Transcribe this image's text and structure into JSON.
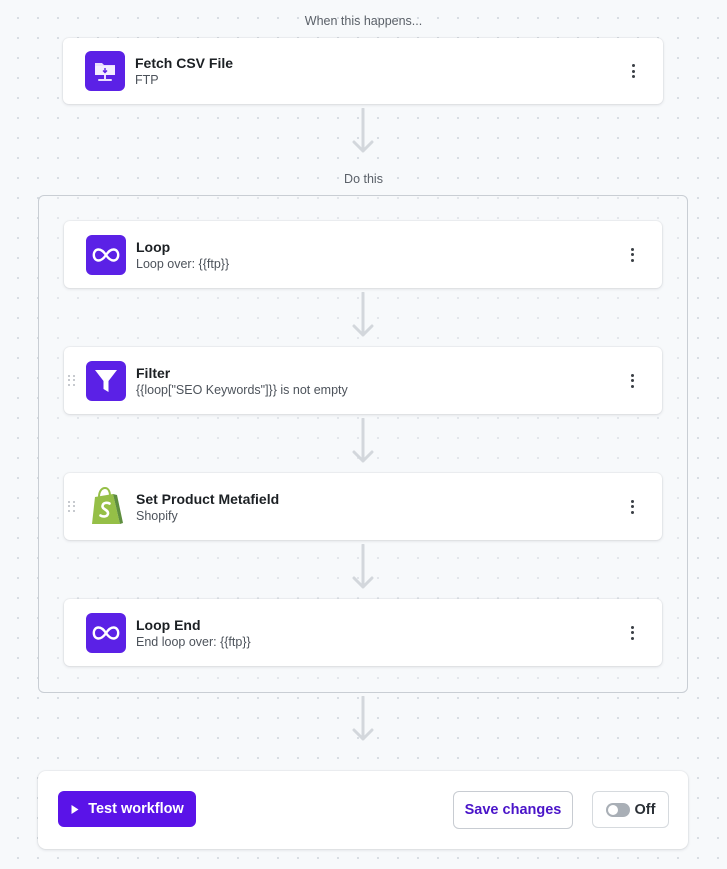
{
  "trigger": {
    "section_label": "When this happens...",
    "step": {
      "title": "Fetch CSV File",
      "subtitle": "FTP",
      "icon": "folder-download-icon"
    }
  },
  "actions": {
    "section_label": "Do this",
    "steps": [
      {
        "title": "Loop",
        "subtitle": "Loop over: {{ftp}}",
        "icon": "infinity-icon"
      },
      {
        "title": "Filter",
        "subtitle": "{{loop[\"SEO Keywords\"]}} is not empty",
        "icon": "funnel-icon"
      },
      {
        "title": "Set Product Metafield",
        "subtitle": "Shopify",
        "icon": "shopify-bag-icon"
      },
      {
        "title": "Loop End",
        "subtitle": "End loop over: {{ftp}}",
        "icon": "infinity-icon"
      }
    ]
  },
  "footer": {
    "test_button_label": "Test workflow",
    "save_button_label": "Save changes",
    "toggle_label": "Off",
    "toggle_on": false
  },
  "colors": {
    "brand_purple": "#5a13e8",
    "shopify_green": "#95bf47"
  }
}
